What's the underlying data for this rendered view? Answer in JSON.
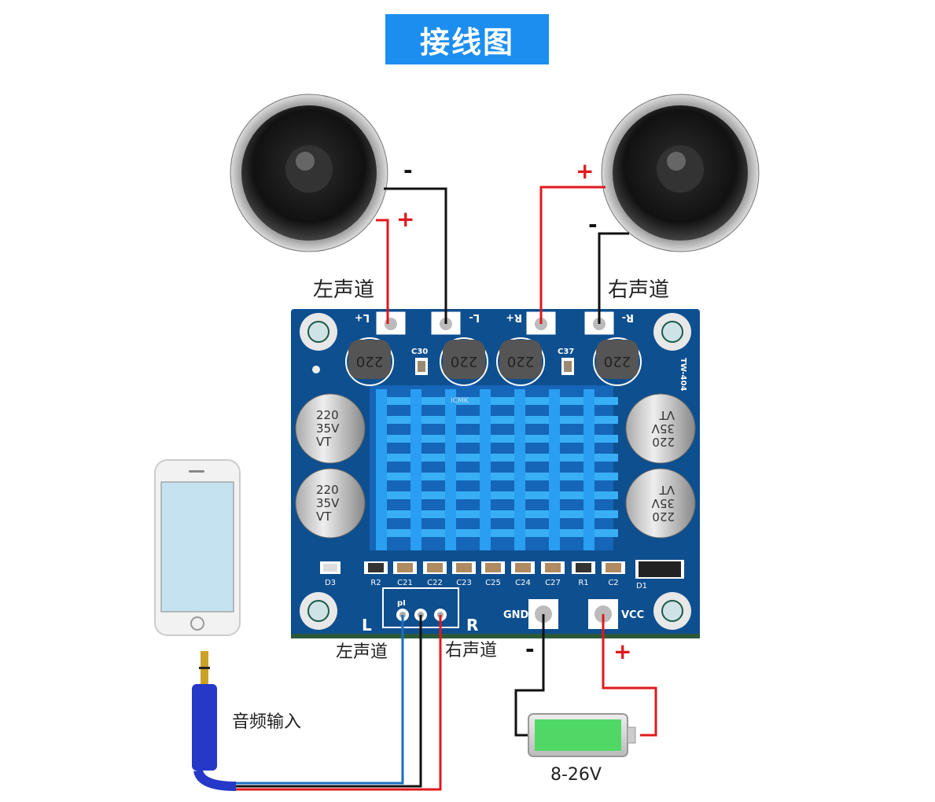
{
  "title": "接线图",
  "colors": {
    "title_bg": "#1c8ef0",
    "board": "#0e4f8f",
    "heatsink": "#1f8fe6",
    "wire_red": "#e0191d",
    "wire_black": "#111111",
    "wire_blue": "#1a6fc0",
    "battery": "#4fd866"
  },
  "speaker_left": {
    "minus": "-",
    "plus": "+",
    "label": "左声道"
  },
  "speaker_right": {
    "minus": "-",
    "plus": "+",
    "label": "右声道"
  },
  "board": {
    "pads_top": [
      "L+",
      "L-",
      "R+",
      "R-"
    ],
    "caps_small": [
      "C30",
      "C37"
    ],
    "inductor_value": "220",
    "capacitor": {
      "value": "220",
      "voltage": "35V",
      "series": "VT"
    },
    "model": "TW-404",
    "watermark": "ICMK",
    "smd_labels": [
      "D3",
      "R2",
      "C21",
      "C22",
      "C23",
      "C25",
      "C24",
      "C27",
      "R1",
      "C2",
      "D1"
    ],
    "input_header": "pI",
    "input_left": "L",
    "input_right": "R",
    "gnd": "GND",
    "vcc": "VCC"
  },
  "input_labels": {
    "left": "左声道",
    "right": "右声道"
  },
  "audio_input": "音频输入",
  "power": {
    "minus": "-",
    "plus": "+",
    "voltage": "8-26V"
  }
}
